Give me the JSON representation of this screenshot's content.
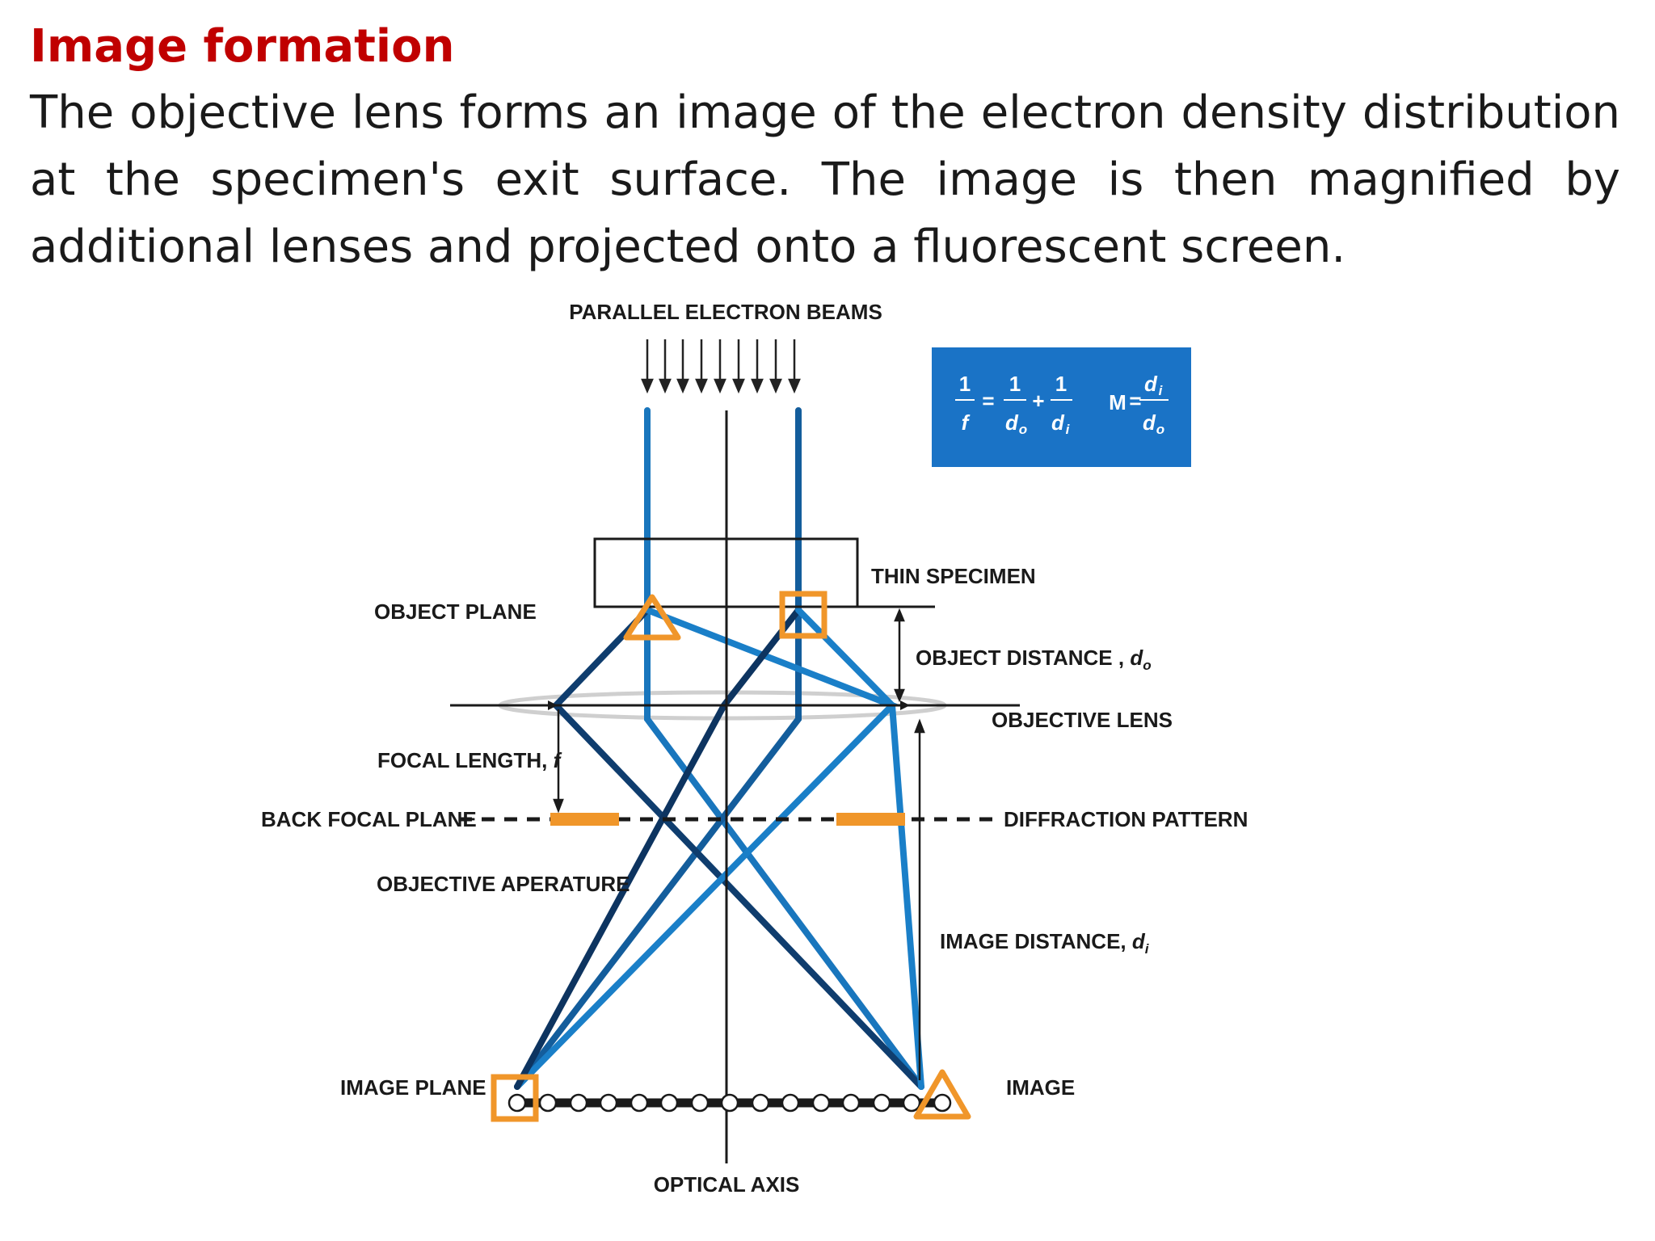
{
  "slide": {
    "title": "Image formation",
    "body": "The objective lens forms an image of the electron density distribution at the specimen's exit surface. The image is then magnified by additional lenses and projected onto a fluorescent screen."
  },
  "diagram": {
    "labels": {
      "parallel_beams": "PARALLEL ELECTRON BEAMS",
      "thin_specimen": "THIN SPECIMEN",
      "object_plane": "OBJECT PLANE",
      "object_distance": "OBJECT DISTANCE , ",
      "object_distance_symbol": "d",
      "object_distance_sub": "o",
      "objective_lens": "OBJECTIVE LENS",
      "focal_length": "FOCAL LENGTH, ",
      "focal_length_symbol": "f",
      "back_focal_plane": "BACK FOCAL PLANE",
      "diffraction_pattern": "DIFFRACTION PATTERN",
      "objective_aperture": "OBJECTIVE APERATURE",
      "image_distance": "IMAGE DISTANCE, ",
      "image_distance_symbol": "d",
      "image_distance_sub": "i",
      "image_plane": "IMAGE PLANE",
      "image": "IMAGE",
      "optical_axis": "OPTICAL AXIS"
    },
    "formula": {
      "one": "1",
      "f": "f",
      "equals": "=",
      "plus": "+",
      "d": "d",
      "sub_o": "o",
      "sub_i": "i",
      "magnification": "M",
      "background_color": "#1a73c6"
    },
    "colors": {
      "beam_light": "#1a7fc8",
      "beam_mid": "#135d9c",
      "beam_dark": "#0d3460",
      "marker_orange": "#f0962a",
      "lens_gray": "#c8c8c8"
    }
  }
}
